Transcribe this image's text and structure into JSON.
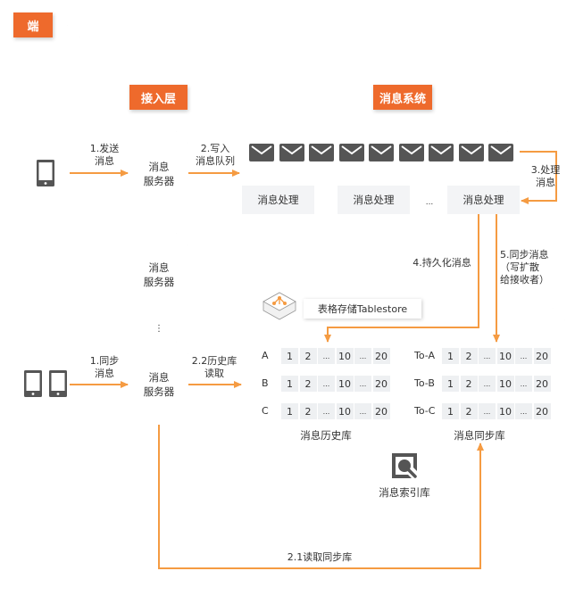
{
  "colors": {
    "accent": "#ee6a2c",
    "arrow": "#f59b42",
    "icon": "#555555",
    "cell_bg": "#eef0f2"
  },
  "tags": {
    "client": "端",
    "access_layer": "接入层",
    "message_system": "消息系统"
  },
  "servers": [
    {
      "label_line1": "消息",
      "label_line2": "服务器"
    },
    {
      "label_line1": "消息",
      "label_line2": "服务器"
    },
    {
      "label_line1": "消息",
      "label_line2": "服务器"
    }
  ],
  "server_ellipsis": "⋮",
  "queue": {
    "message_count": 9,
    "icon": "envelope-icon"
  },
  "processors": [
    "消息处理",
    "消息处理",
    "消息处理"
  ],
  "processor_ellipsis": "...",
  "steps": {
    "send_l1": "1.发送",
    "send_l2": "消息",
    "write_l1": "2.写入",
    "write_l2": "消息队列",
    "process_l1": "3.处理",
    "process_l2": "消息",
    "persist": "4.持久化消息",
    "sync_l1": "5.同步消息",
    "sync_l2": "（写扩散",
    "sync_l3": "给接收者）",
    "sync_recv_l1": "1.同步",
    "sync_recv_l2": "消息",
    "history_read_l1": "2.2历史库",
    "history_read_l2": "读取",
    "sync_read": "2.1读取同步库"
  },
  "tablestore": {
    "title": "表格存储Tablestore",
    "history": {
      "name": "消息历史库",
      "rows": [
        {
          "key": "A",
          "cells": [
            "1",
            "2",
            "...",
            "10",
            "...",
            "20"
          ]
        },
        {
          "key": "B",
          "cells": [
            "1",
            "2",
            "...",
            "10",
            "...",
            "20"
          ]
        },
        {
          "key": "C",
          "cells": [
            "1",
            "2",
            "...",
            "10",
            "...",
            "20"
          ]
        }
      ]
    },
    "sync": {
      "name": "消息同步库",
      "rows": [
        {
          "key": "To-A",
          "cells": [
            "1",
            "2",
            "...",
            "10",
            "...",
            "20"
          ]
        },
        {
          "key": "To-B",
          "cells": [
            "1",
            "2",
            "...",
            "10",
            "...",
            "20"
          ]
        },
        {
          "key": "To-C",
          "cells": [
            "1",
            "2",
            "...",
            "10",
            "...",
            "20"
          ]
        }
      ]
    },
    "index": {
      "name": "消息索引库"
    }
  }
}
